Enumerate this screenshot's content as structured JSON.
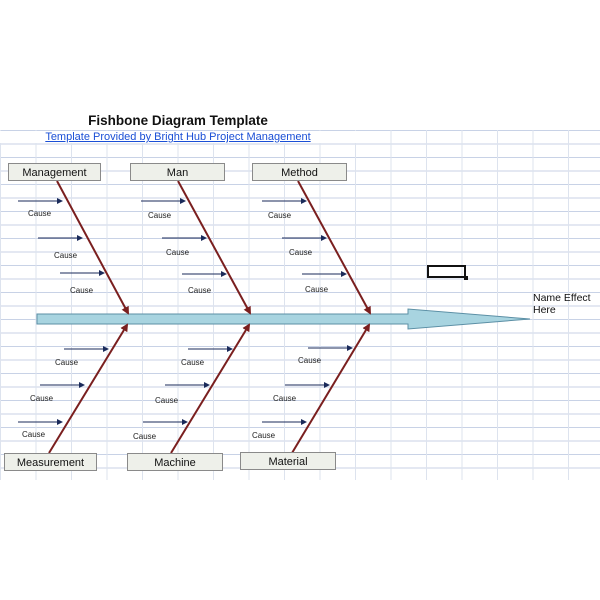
{
  "title": "Fishbone Diagram Template",
  "subtitle": "Template Provided by Bright Hub Project Management",
  "effect": {
    "line1": "Name Effect",
    "line2": "Here"
  },
  "categories": {
    "management": "Management",
    "man": "Man",
    "method": "Method",
    "measurement": "Measurement",
    "machine": "Machine",
    "material": "Material"
  },
  "cause_label": "Cause",
  "colors": {
    "spine": "#a8d4e0",
    "bone": "#7a1f1f",
    "arrow": "#1a2a5a",
    "grid": "#c8d2e6"
  }
}
